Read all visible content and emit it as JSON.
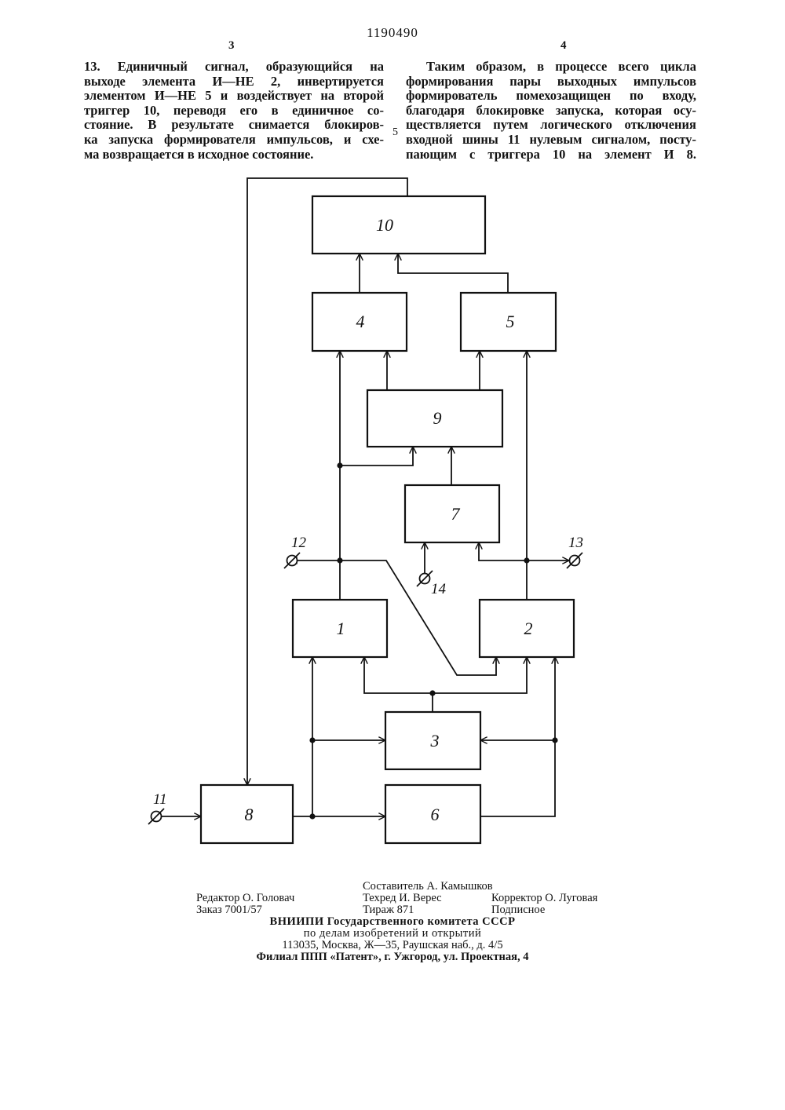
{
  "header": {
    "patent_number": "1190490",
    "left_column_number": "3",
    "right_column_number": "4",
    "line_marker": "5"
  },
  "left_column": {
    "lines": [
      "13. Единичный сигнал, образующийся на",
      "выходе элемента И—НЕ 2, инвертируется",
      "элементом И—НЕ 5 и воздействует на второй",
      "триггер 10, переводя его в единичное со-",
      "стояние. В результате снимается блокиров-",
      "ка запуска формирователя импульсов, и схе-",
      "ма возвращается в исходное состояние."
    ]
  },
  "right_column": {
    "lines": [
      "Таким образом, в процессе всего цикла",
      "формирования пары выходных импульсов",
      "формирователь помехозащищен по входу,",
      "благодаря блокировке запуска, которая осу-",
      "ществляется путем логического отключения",
      "входной шины 11 нулевым сигналом, посту-",
      "пающим с триггера 10 на элемент И 8."
    ]
  },
  "diagram": {
    "blocks": {
      "b1": "1",
      "b2": "2",
      "b3": "3",
      "b4": "4",
      "b5": "5",
      "b6": "6",
      "b7": "7",
      "b8": "8",
      "b9": "9",
      "b10": "10"
    },
    "terminals": {
      "t11": "11",
      "t12": "12",
      "t13": "13",
      "t14": "14"
    }
  },
  "imprint": {
    "compiler": "Составитель А. Камышков",
    "editor": "Редактор О. Головач",
    "techred": "Техред И. Верес",
    "corrector": "Корректор О. Луговая",
    "order": "Заказ 7001/57",
    "circulation": "Тираж 871",
    "subscription": "Подписное",
    "org_line1": "ВНИИПИ Государственного комитета СССР",
    "org_line2": "по делам изобретений и открытий",
    "org_line3": "113035, Москва, Ж—35, Раушская наб., д. 4/5",
    "org_line4": "Филиал ППП «Патент», г. Ужгород, ул. Проектная, 4"
  }
}
